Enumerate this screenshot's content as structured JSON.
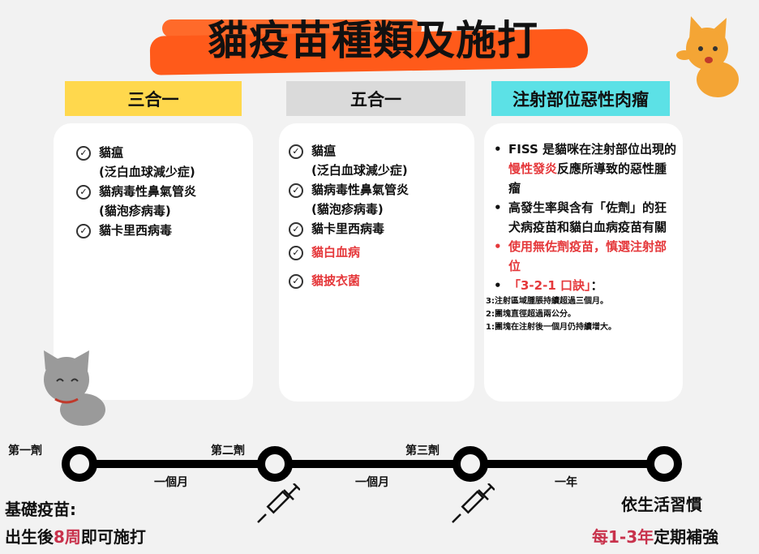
{
  "title": "貓疫苗種類及施打",
  "columns": [
    {
      "header": "三合一",
      "color": "#ffd84d",
      "items": [
        {
          "text": "貓瘟",
          "sub": "(泛白血球減少症)"
        },
        {
          "text": "貓病毒性鼻氣管炎",
          "sub": "(貓泡疹病毒)"
        },
        {
          "text": "貓卡里西病毒"
        }
      ]
    },
    {
      "header": "五合一",
      "color": "#dadada",
      "items": [
        {
          "text": "貓瘟",
          "sub": "(泛白血球減少症)"
        },
        {
          "text": "貓病毒性鼻氣管炎",
          "sub": "(貓泡疹病毒)"
        },
        {
          "text": "貓卡里西病毒"
        },
        {
          "text": "貓白血病"
        },
        {
          "text": "貓披衣菌"
        }
      ]
    },
    {
      "header": "注射部位惡性肉瘤",
      "color": "#5ce1e6"
    }
  ],
  "fiss": {
    "b1a": "FISS 是貓咪在注射部位出現的",
    "b1red": "慢性發炎",
    "b1b": "反應所導致的惡性腫瘤",
    "b2": "高發生率與含有「佐劑」的狂犬病疫苗和貓白血病疫苗有關",
    "b3": "使用無佐劑疫苗，慎選注射部位",
    "b4": "「3-2-1 口訣」",
    "b4colon": "：",
    "rules": [
      "3:注射區域腫脹持續超過三個月。",
      "2:團塊直徑超過兩公分。",
      "1:團塊在注射後一個月仍持續增大。"
    ]
  },
  "timeline": {
    "doses": [
      "第一劑",
      "第二劑",
      "第三劑"
    ],
    "intervals": [
      "一個月",
      "一個月",
      "一年"
    ],
    "left_title": "基礎疫苗:",
    "left_a": "出生後",
    "left_red": "8周",
    "left_b": "即可施打",
    "right_title": "依生活習慣",
    "right_red": "每1-3年",
    "right_b": "定期補強"
  }
}
